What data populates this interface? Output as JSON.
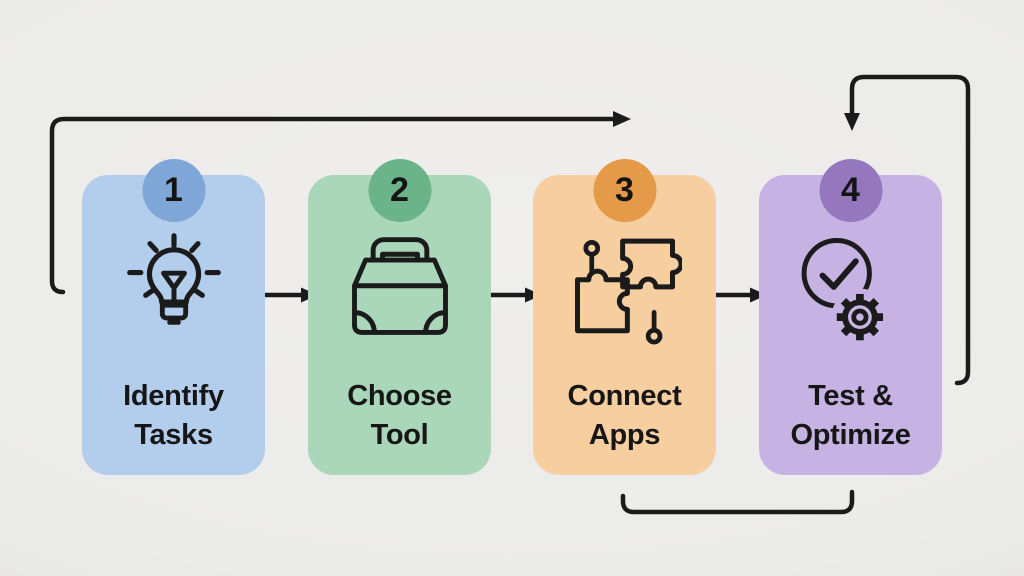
{
  "canvas": {
    "background_color": "#ebebe9",
    "line_color": "#1b1b1b",
    "text_color": "#161616"
  },
  "steps": [
    {
      "number": "1",
      "title_lines": [
        "Identify",
        "Tasks"
      ],
      "icon": "lightbulb-icon",
      "card_color": "#b3cdec",
      "badge_color": "#7ea7d8"
    },
    {
      "number": "2",
      "title_lines": [
        "Choose",
        "Tool"
      ],
      "icon": "toolbox-icon",
      "card_color": "#aad6b9",
      "badge_color": "#6bb389"
    },
    {
      "number": "3",
      "title_lines": [
        "Connect",
        "Apps"
      ],
      "icon": "puzzle-icon",
      "card_color": "#f6cea0",
      "badge_color": "#e59a49"
    },
    {
      "number": "4",
      "title_lines": [
        "Test &",
        "Optimize"
      ],
      "icon": "check-gear-icon",
      "card_color": "#c6b3e4",
      "badge_color": "#9477bd"
    }
  ],
  "connectors": {
    "flow_arrows": [
      "step1-to-step2",
      "step2-to-step3",
      "step3-to-step4"
    ],
    "skip_arrow_top": "step1-to-step3",
    "loopback_arrow_top_right": "into-step4",
    "bottom_link": "step3-to-step4"
  }
}
